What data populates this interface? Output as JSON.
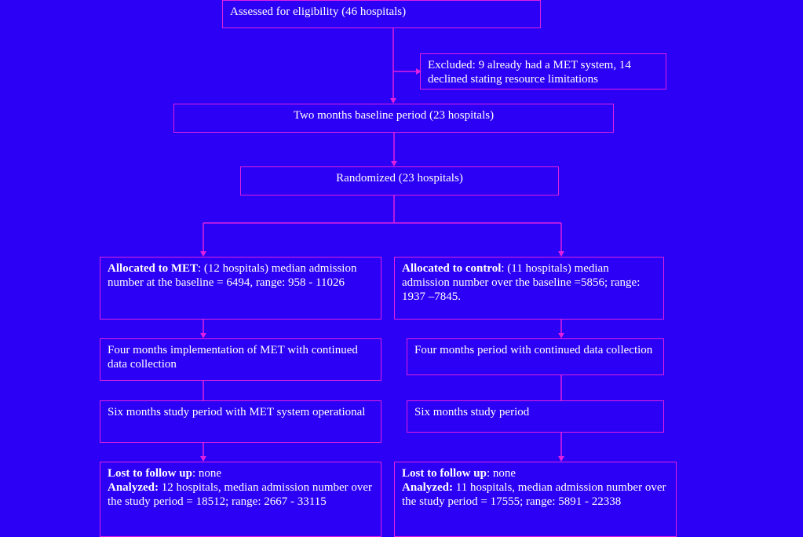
{
  "colors": {
    "background": "#2b00f5",
    "border": "#e020e0",
    "text": "#ffffff"
  },
  "assessed": "Assessed for eligibility (46 hospitals)",
  "excluded": "Excluded:  9 already had a MET system, 14 declined stating resource limitations",
  "baseline": "Two months baseline period (23 hospitals)",
  "randomized": "Randomized (23 hospitals)",
  "met": {
    "allocated_label": "Allocated to MET",
    "allocated_text": ": (12 hospitals) median admission number at the baseline = 6494, range: 958 - 11026",
    "implementation": "Four months implementation of MET with continued data collection",
    "study_period": "Six months study period with MET system operational",
    "lost_label": "Lost to follow up",
    "lost_text": ": none",
    "analyzed_label": "Analyzed:",
    "analyzed_text": "  12 hospitals, median admission number over the study period = 18512; range: 2667 - 33115"
  },
  "control": {
    "allocated_label": "Allocated to control",
    "allocated_text": ": (11 hospitals) median admission number over the baseline =5856; range: 1937 –7845.",
    "implementation": "Four months period with continued data collection",
    "study_period": "Six months study period",
    "lost_label": "Lost to follow up",
    "lost_text": ": none",
    "analyzed_label": "Analyzed:",
    "analyzed_text": " 11 hospitals, median admission number over the study period = 17555; range: 5891 - 22338"
  }
}
